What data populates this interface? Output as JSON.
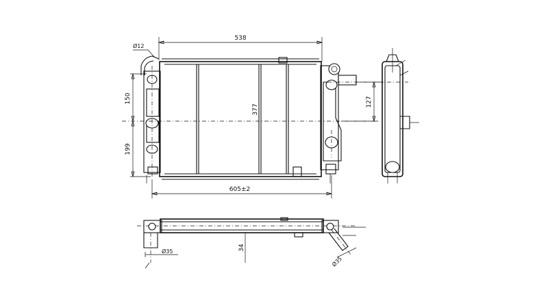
{
  "dimensions": {
    "width_top": "538",
    "width_bottom": "605±2",
    "height_core": "377",
    "upper_offset": "150",
    "lower_offset": "199",
    "side_offset": "127",
    "cap_diameter": "Ø12",
    "inlet_diameter": "Ø35",
    "outlet_diameter": "Ø35",
    "core_depth": "34"
  }
}
